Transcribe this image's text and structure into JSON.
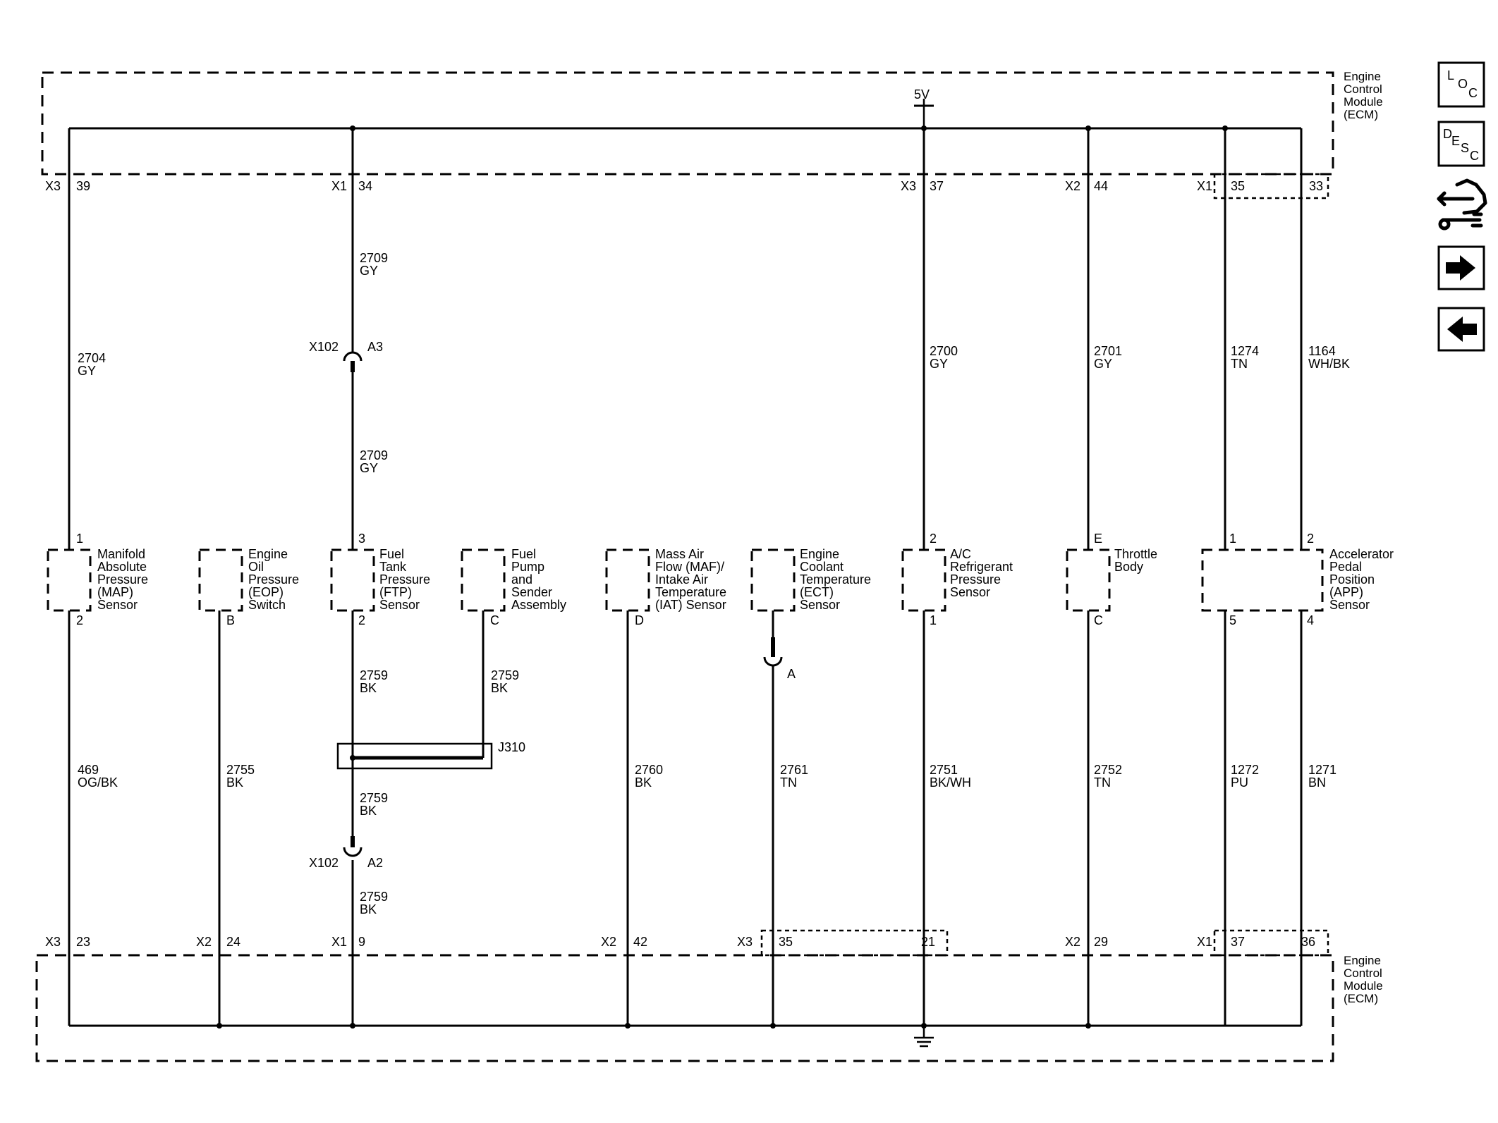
{
  "ecm": {
    "name_lines": [
      "Engine",
      "Control",
      "Module",
      "(ECM)"
    ]
  },
  "power": {
    "label": "5V"
  },
  "top_pins": [
    {
      "conn": "X3",
      "pin": "39"
    },
    {
      "conn": "X1",
      "pin": "34"
    },
    {
      "conn": "X3",
      "pin": "37"
    },
    {
      "conn": "X2",
      "pin": "44"
    },
    {
      "conn": "X1",
      "pin": "35"
    },
    {
      "conn": "",
      "pin": "33"
    }
  ],
  "top_wires": [
    {
      "circuit": "2704",
      "color": "GY"
    },
    {
      "circuit": "2709",
      "color": "GY"
    },
    {
      "circuit": "2709",
      "color": "GY"
    },
    {
      "circuit": "2700",
      "color": "GY"
    },
    {
      "circuit": "2701",
      "color": "GY"
    },
    {
      "circuit": "1274",
      "color": "TN"
    },
    {
      "circuit": "1164",
      "color": "WH/BK"
    }
  ],
  "inline_connector_top": {
    "name": "X102",
    "pin": "A3"
  },
  "inline_connector_bottom": {
    "name": "X102",
    "pin": "A2"
  },
  "components": [
    {
      "name_lines": [
        "Manifold",
        "Absolute",
        "Pressure",
        "(MAP)",
        "Sensor"
      ],
      "pin_top": "1",
      "pin_bottom": "2"
    },
    {
      "name_lines": [
        "Engine",
        "Oil",
        "Pressure",
        "(EOP)",
        "Switch"
      ],
      "pin_top": "",
      "pin_bottom": "B"
    },
    {
      "name_lines": [
        "Fuel",
        "Tank",
        "Pressure",
        "(FTP)",
        "Sensor"
      ],
      "pin_top": "3",
      "pin_bottom": "2"
    },
    {
      "name_lines": [
        "Fuel",
        "Pump",
        "and",
        "Sender",
        "Assembly"
      ],
      "pin_top": "",
      "pin_bottom": "C"
    },
    {
      "name_lines": [
        "Mass Air",
        "Flow (MAF)/",
        "Intake Air",
        "Temperature",
        "(IAT) Sensor"
      ],
      "pin_top": "",
      "pin_bottom": "D"
    },
    {
      "name_lines": [
        "Engine",
        "Coolant",
        "Temperature",
        "(ECT)",
        "Sensor"
      ],
      "pin_top": "",
      "pin_bottom": ""
    },
    {
      "name_lines": [
        "A/C",
        "Refrigerant",
        "Pressure",
        "Sensor"
      ],
      "pin_top": "2",
      "pin_bottom": "1"
    },
    {
      "name_lines": [
        "Throttle",
        "Body"
      ],
      "pin_top": "E",
      "pin_bottom": "C"
    },
    {
      "name_lines": [
        "Accelerator",
        "Pedal",
        "Position",
        "(APP)",
        "Sensor"
      ],
      "pin_top": "1",
      "pin_top_2": "2",
      "pin_bottom": "5",
      "pin_bottom_2": "4"
    }
  ],
  "ect_connector_pin": "A",
  "splice": {
    "name": "J310"
  },
  "bottom_wires": [
    {
      "circuit": "469",
      "color": "OG/BK"
    },
    {
      "circuit": "2755",
      "color": "BK"
    },
    {
      "circuit": "2759",
      "color": "BK"
    },
    {
      "circuit": "2759",
      "color": "BK"
    },
    {
      "circuit": "2759",
      "color": "BK"
    },
    {
      "circuit": "2759",
      "color": "BK"
    },
    {
      "circuit": "2760",
      "color": "BK"
    },
    {
      "circuit": "2761",
      "color": "TN"
    },
    {
      "circuit": "2751",
      "color": "BK/WH"
    },
    {
      "circuit": "2752",
      "color": "TN"
    },
    {
      "circuit": "1272",
      "color": "PU"
    },
    {
      "circuit": "1271",
      "color": "BN"
    }
  ],
  "bottom_pins": [
    {
      "conn": "X3",
      "pin": "23"
    },
    {
      "conn": "X2",
      "pin": "24"
    },
    {
      "conn": "X1",
      "pin": "9"
    },
    {
      "conn": "X2",
      "pin": "42"
    },
    {
      "conn": "X3",
      "pin": "35"
    },
    {
      "conn": "",
      "pin": "21"
    },
    {
      "conn": "X2",
      "pin": "29"
    },
    {
      "conn": "X1",
      "pin": "37"
    },
    {
      "conn": "",
      "pin": "36"
    }
  ],
  "side_buttons": {
    "loc": [
      "L",
      "O",
      "C"
    ],
    "desc": [
      "D",
      "E",
      "S",
      "C"
    ]
  }
}
